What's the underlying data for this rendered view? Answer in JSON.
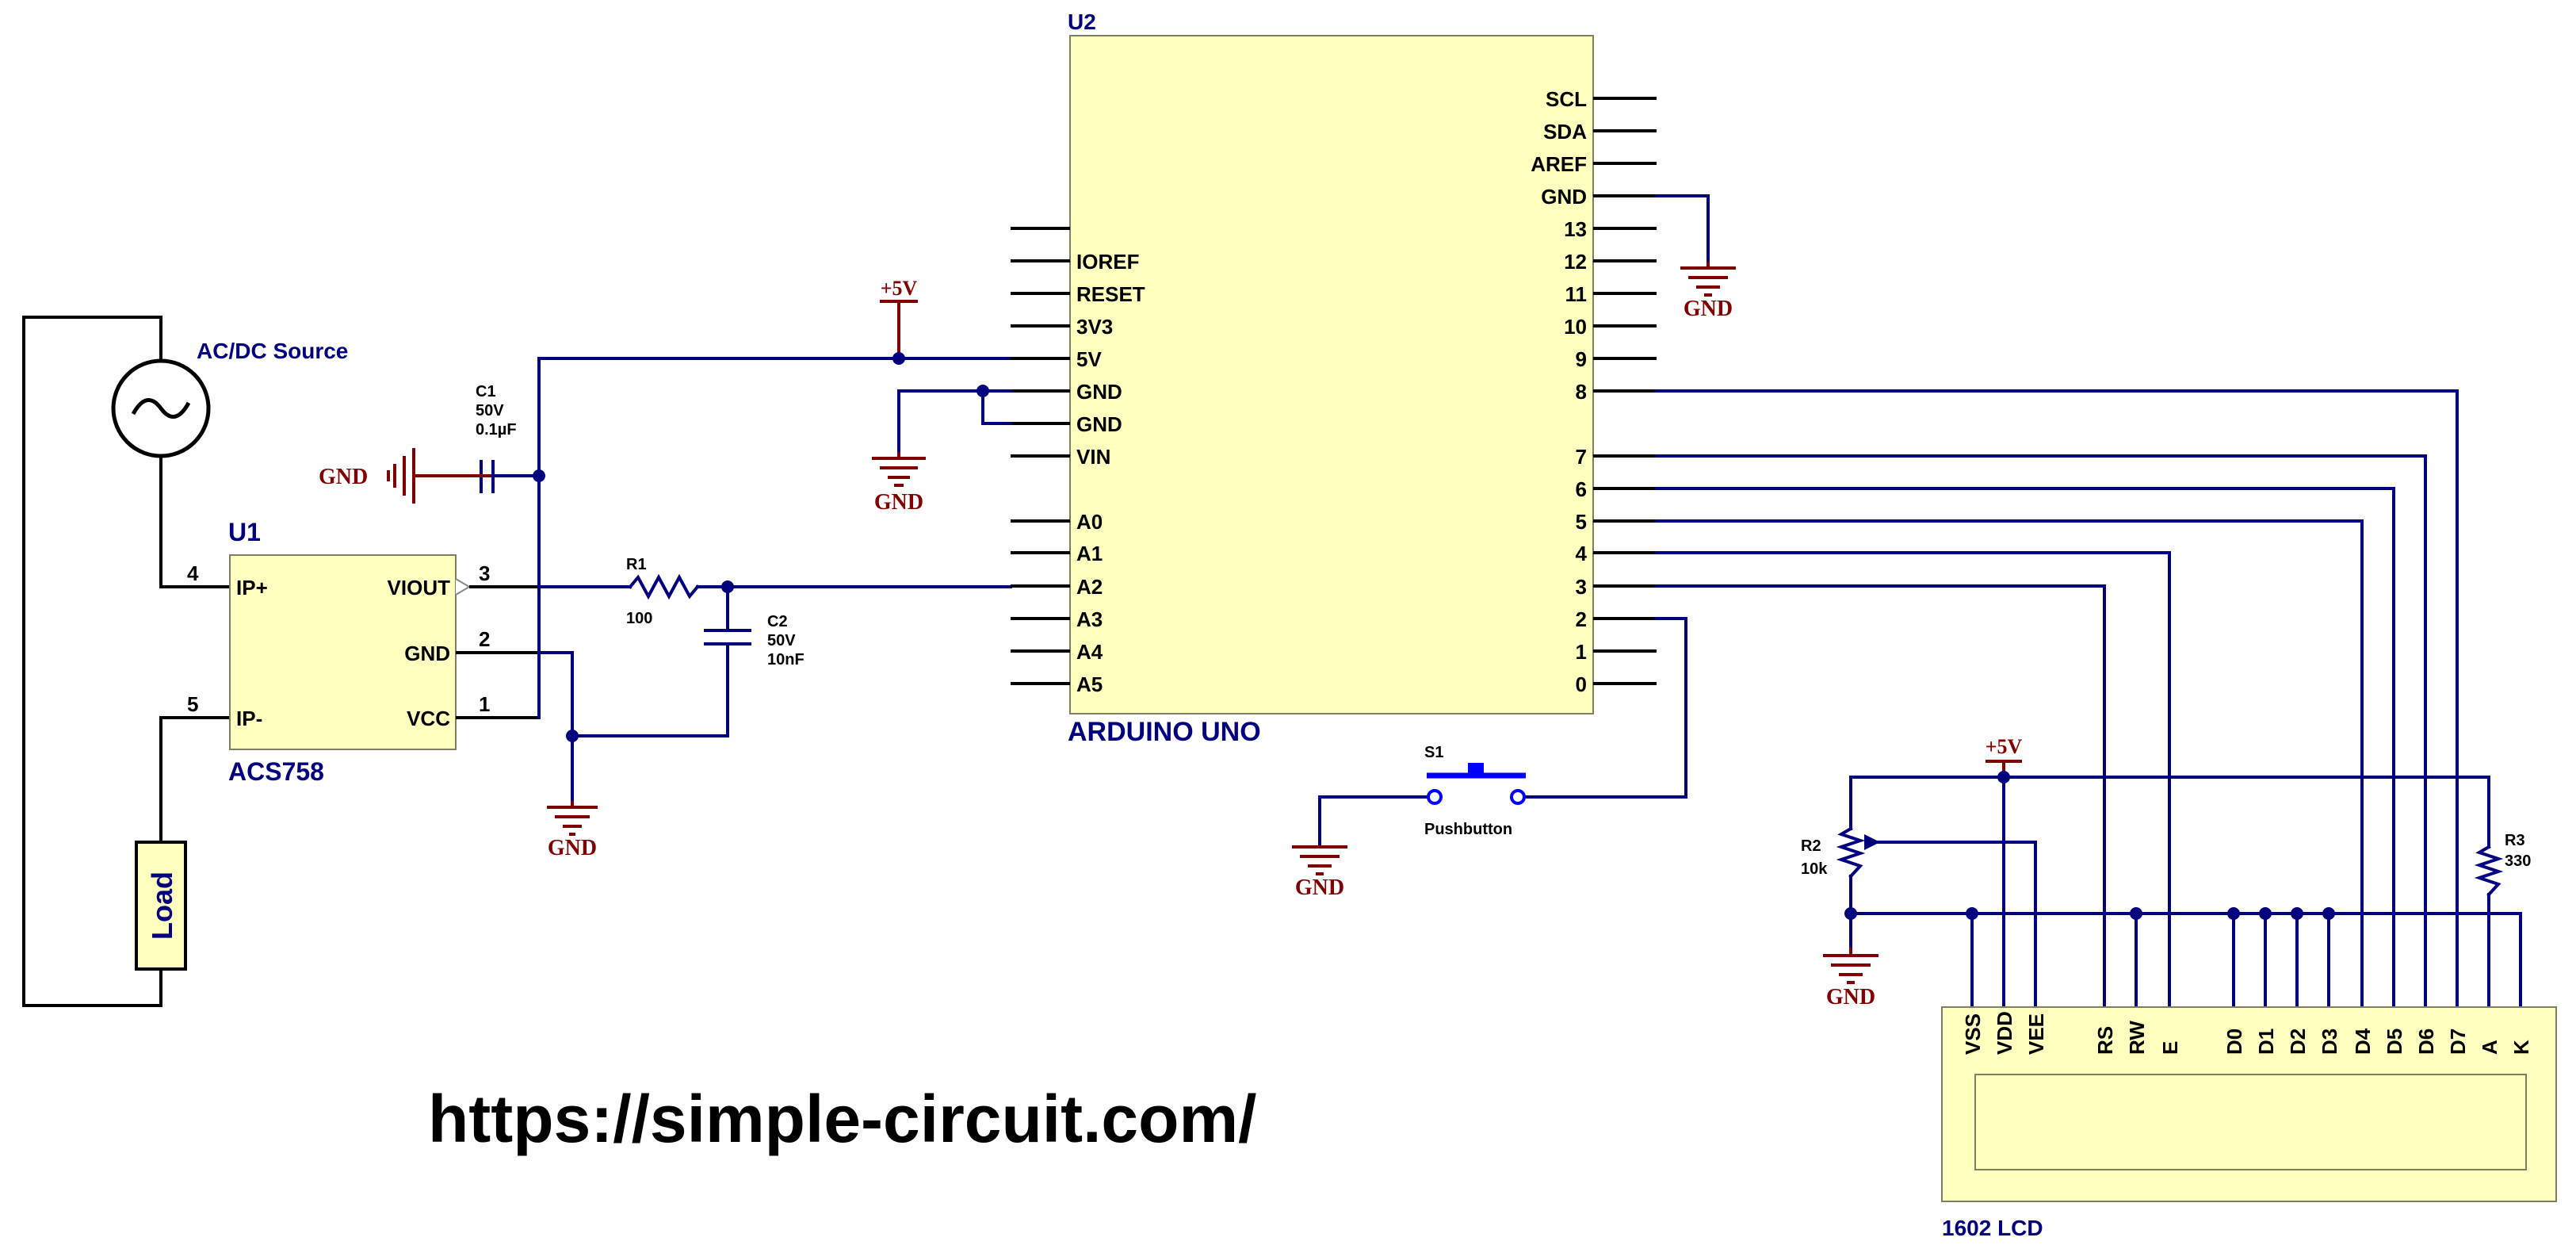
{
  "url": "https://simple-circuit.com/",
  "source": {
    "label": "AC/DC Source"
  },
  "load": {
    "label": "Load"
  },
  "gnd_label": "GND",
  "vcc_label": "+5V",
  "u1": {
    "ref": "U1",
    "name": "ACS758",
    "pins": {
      "ip_plus": {
        "name": "IP+",
        "num": "4"
      },
      "ip_minus": {
        "name": "IP-",
        "num": "5"
      },
      "viout": {
        "name": "VIOUT",
        "num": "3"
      },
      "gnd": {
        "name": "GND",
        "num": "2"
      },
      "vcc": {
        "name": "VCC",
        "num": "1"
      }
    }
  },
  "c1": {
    "ref": "C1",
    "voltage": "50V",
    "value": "0.1µF"
  },
  "c2": {
    "ref": "C2",
    "voltage": "50V",
    "value": "10nF"
  },
  "r1": {
    "ref": "R1",
    "value": "100"
  },
  "r2": {
    "ref": "R2",
    "value": "10k"
  },
  "r3": {
    "ref": "R3",
    "value": "330"
  },
  "s1": {
    "ref": "S1",
    "name": "Pushbutton"
  },
  "u2": {
    "ref": "U2",
    "name": "ARDUINO UNO",
    "left_pins": [
      "IOREF",
      "RESET",
      "3V3",
      "5V",
      "GND",
      "GND",
      "VIN",
      "A0",
      "A1",
      "A2",
      "A3",
      "A4",
      "A5"
    ],
    "right_pins": [
      "SCL",
      "SDA",
      "AREF",
      "GND",
      "13",
      "12",
      "11",
      "10",
      "9",
      "8",
      "7",
      "6",
      "5",
      "4",
      "3",
      "2",
      "1",
      "0"
    ]
  },
  "lcd": {
    "name": "1602 LCD",
    "pins": [
      "VSS",
      "VDD",
      "VEE",
      "RS",
      "RW",
      "E",
      "D0",
      "D1",
      "D2",
      "D3",
      "D4",
      "D5",
      "D6",
      "D7",
      "A",
      "K"
    ]
  },
  "colors": {
    "wire": "#00007f",
    "ground": "#7f0000",
    "body": "#ffffc0",
    "switch": "#0000ff"
  }
}
